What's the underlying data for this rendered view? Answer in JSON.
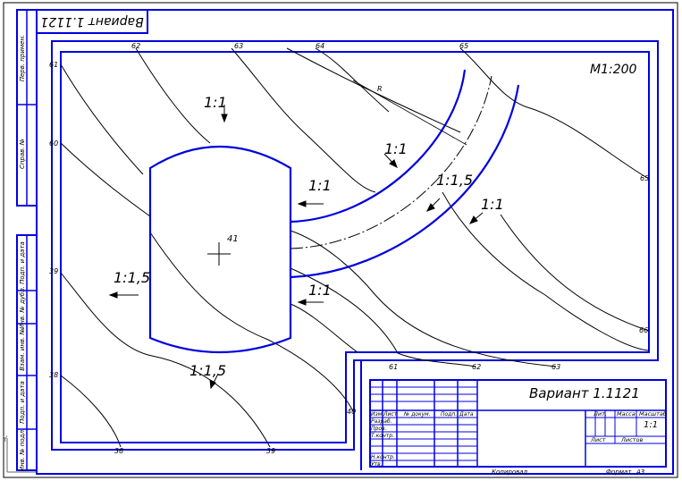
{
  "sheet": {
    "title_rotated": "Вариант 1.1121",
    "scale": "М1:200",
    "variant_title": "Вариант 1.1121",
    "copied": "Копировал",
    "format_label": "Формат",
    "format_value": "А3",
    "lit_label": "Лит.",
    "mass_label": "Масса",
    "scale_label": "Масштаб",
    "scale_value": "1:1",
    "sheet_label": "Лист",
    "sheets_label": "Листов"
  },
  "title_block": {
    "col_headers": [
      "Изм.",
      "Лист",
      "№ докум.",
      "Подп.",
      "Дата"
    ],
    "roles": [
      "Разраб.",
      "Пров.",
      "Т.контр.",
      "",
      "Н.контр.",
      "Утв."
    ]
  },
  "side_strip": {
    "upper": [
      "Перв. примен.",
      "Справ. №"
    ],
    "lower": [
      "Подп. и дата",
      "Инв. № дубл.",
      "Взам. инв. №",
      "Подп. и дата",
      "Инв. № подл."
    ]
  },
  "contours": {
    "top": [
      "62",
      "63",
      "64",
      "65"
    ],
    "left": [
      "61",
      "60",
      "39",
      "38"
    ],
    "bottom": [
      "38",
      "39"
    ],
    "right": [
      "65",
      "66"
    ],
    "inner": [
      "61",
      "62",
      "63",
      "40"
    ]
  },
  "slopes": {
    "top": "1:1",
    "left": "1:1,5",
    "bottom": "1:1,5",
    "ramp_left_top": "1:1",
    "ramp_left_bottom": "1:1",
    "ramp_outer_a": "1:1",
    "ramp_middle": "1:1,5",
    "ramp_outer_b": "1:1"
  },
  "pad_elevation": "41",
  "radius_label": "R",
  "axis_label": "Y"
}
